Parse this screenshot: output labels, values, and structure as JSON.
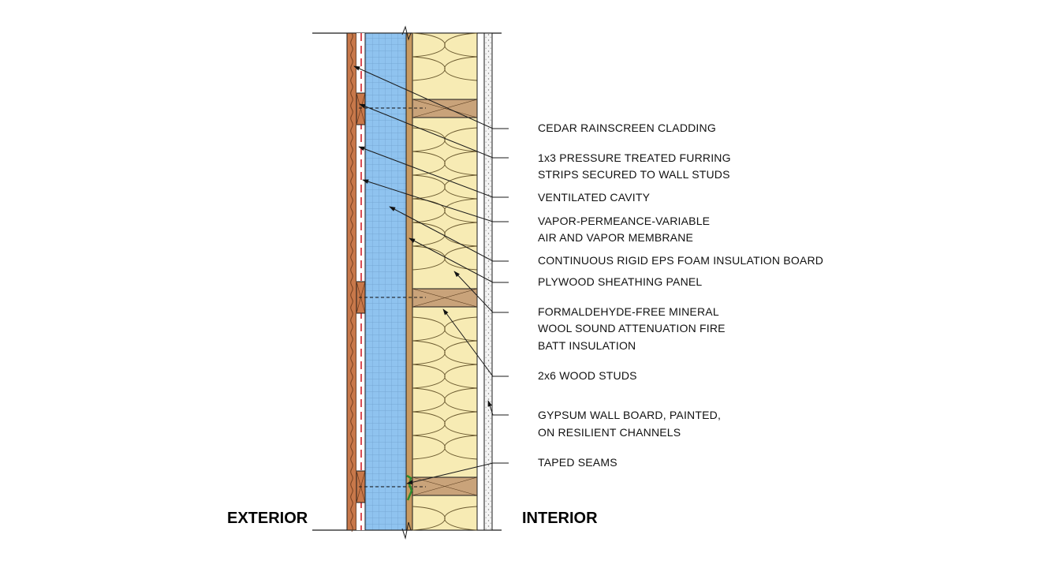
{
  "side_labels": {
    "exterior": "EXTERIOR",
    "interior": "INTERIOR"
  },
  "callouts": [
    {
      "id": "cladding",
      "lines": [
        "CEDAR RAINSCREEN CLADDING"
      ]
    },
    {
      "id": "furring",
      "lines": [
        "1x3 PRESSURE TREATED FURRING",
        "STRIPS SECURED TO WALL STUDS"
      ]
    },
    {
      "id": "cavity",
      "lines": [
        "VENTILATED CAVITY"
      ]
    },
    {
      "id": "membrane",
      "lines": [
        "VAPOR-PERMEANCE-VARIABLE",
        "AIR AND VAPOR MEMBRANE"
      ]
    },
    {
      "id": "eps",
      "lines": [
        "CONTINUOUS RIGID EPS FOAM INSULATION BOARD"
      ]
    },
    {
      "id": "plywood",
      "lines": [
        "PLYWOOD SHEATHING PANEL"
      ]
    },
    {
      "id": "mineral-wool",
      "lines": [
        "FORMALDEHYDE-FREE MINERAL",
        "WOOL SOUND ATTENUATION FIRE",
        "BATT INSULATION"
      ]
    },
    {
      "id": "studs",
      "lines": [
        "2x6 WOOD STUDS"
      ]
    },
    {
      "id": "gypsum",
      "lines": [
        "GYPSUM WALL BOARD, PAINTED,",
        "ON RESILIENT CHANNELS"
      ]
    },
    {
      "id": "seams",
      "lines": [
        "TAPED SEAMS"
      ]
    }
  ],
  "colors": {
    "cedar": "#c8784a",
    "cedar_grain": "#6b3a1c",
    "membrane_dash": "#d0202a",
    "eps": "#8fc3ef",
    "eps_grid": "#6f9fce",
    "plywood": "#c89a62",
    "insulation": "#f7ebb4",
    "stud": "#c9a37a",
    "gypsum": "#f4f4f4",
    "tape": "#2d8a2d",
    "line": "#1a1a1a"
  }
}
